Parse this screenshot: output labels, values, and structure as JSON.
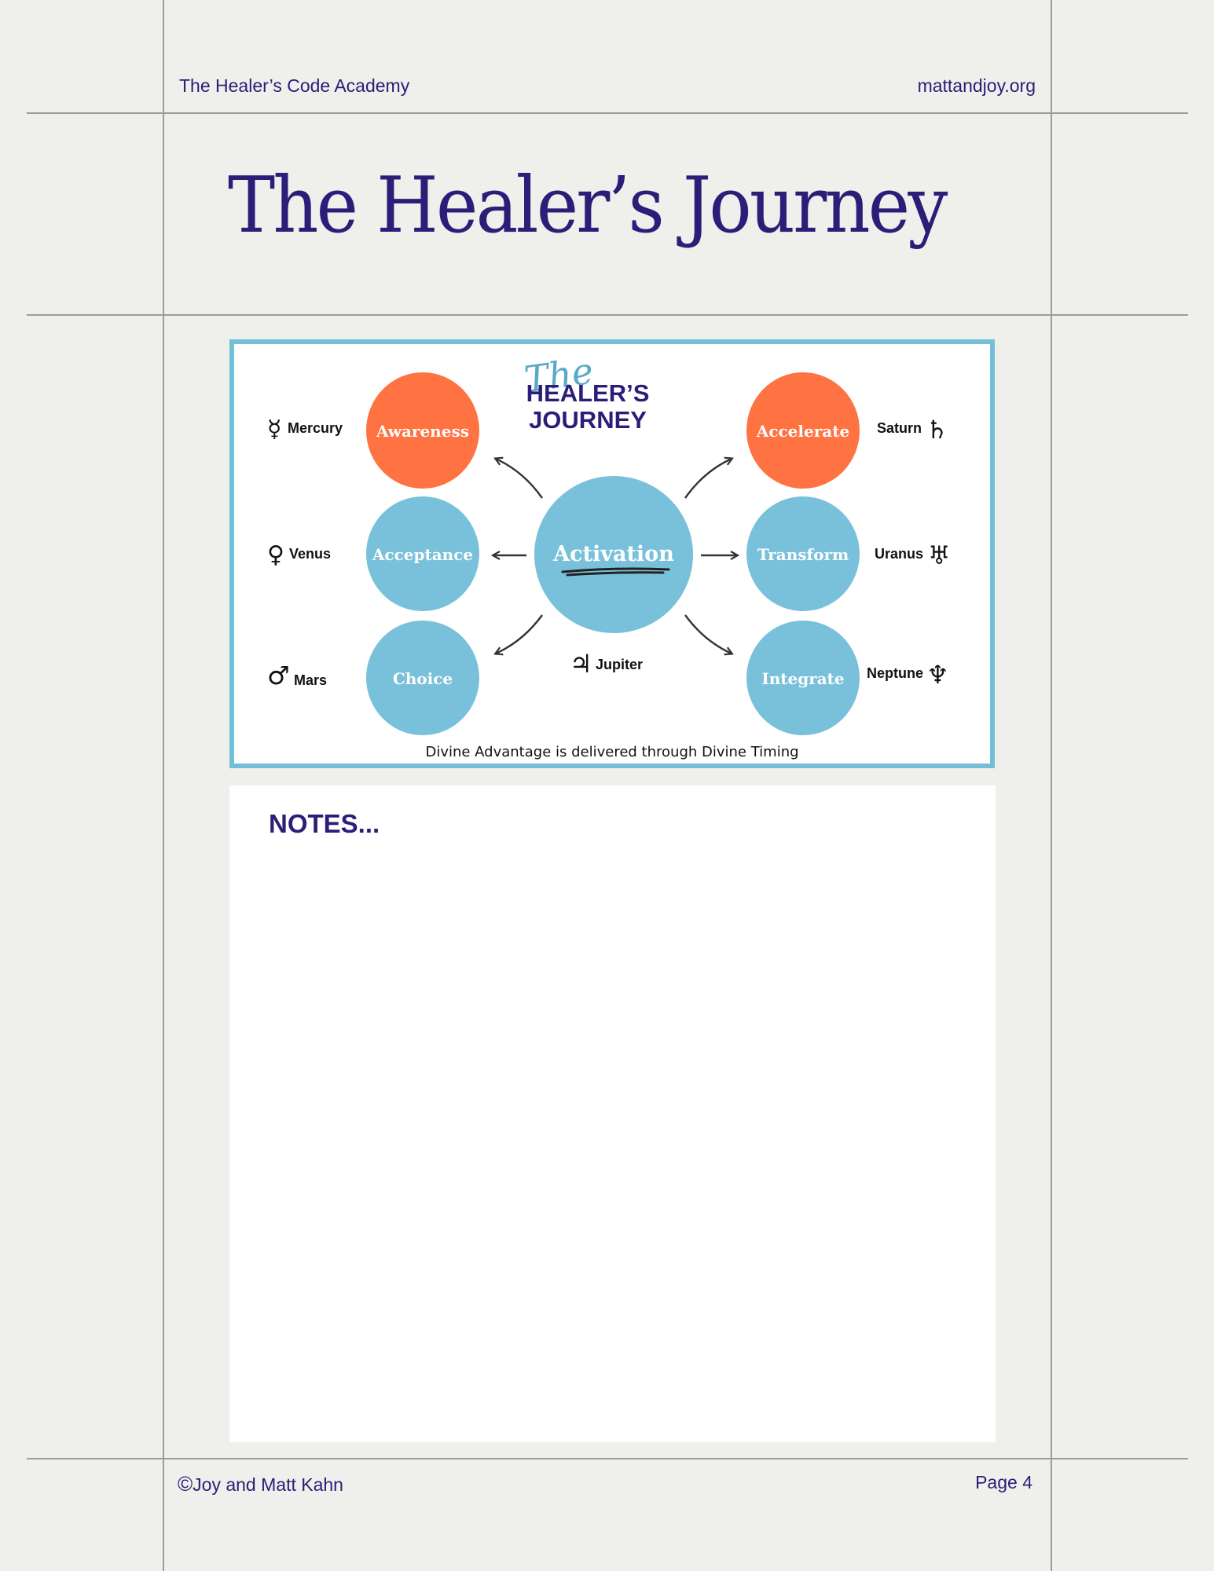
{
  "header": {
    "left": "The Healer’s Code Academy",
    "right": "mattandjoy.org"
  },
  "title": "The Healer’s Journey",
  "diagram": {
    "logo_script": "The",
    "logo_line1": "HEALER’S",
    "logo_line2": "JOURNEY",
    "center": "Activation",
    "nodes": {
      "awareness": "Awareness",
      "acceptance": "Acceptance",
      "choice": "Choice",
      "accelerate": "Accelerate",
      "transform": "Transform",
      "integrate": "Integrate"
    },
    "planets": {
      "mercury": {
        "symbol": "☿",
        "name": "Mercury"
      },
      "venus": {
        "symbol": "♀",
        "name": "Venus"
      },
      "mars": {
        "symbol": "♂",
        "name": "Mars"
      },
      "jupiter": {
        "symbol": "♃",
        "name": "Jupiter"
      },
      "saturn": {
        "symbol": "♄",
        "name": "Saturn"
      },
      "uranus": {
        "symbol": "♅",
        "name": "Uranus"
      },
      "neptune": {
        "symbol": "♆",
        "name": "Neptune"
      }
    },
    "caption": "Divine Advantage is delivered through Divine Timing",
    "colors": {
      "orange": "#ff7242",
      "blue": "#79c1da",
      "frame": "#74bfd8"
    }
  },
  "notes": {
    "title": "NOTES..."
  },
  "footer": {
    "copyright_symbol": "©",
    "copyright": "Joy and Matt Kahn",
    "page": "Page 4"
  }
}
